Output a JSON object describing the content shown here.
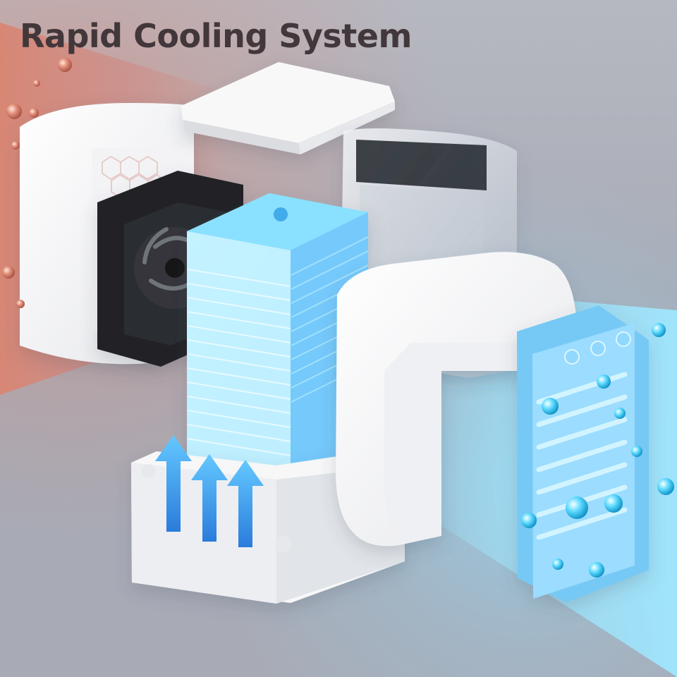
{
  "headline": {
    "title": "Rapid Cooling System"
  },
  "palette": {
    "background": "#a9acb7",
    "title_text": "#42373a",
    "warm_air": "#db8f7e",
    "cool_air": "#8edfff",
    "filter_blue": "#7ed1ff",
    "body_white": "#f7f7f7",
    "fan_black": "#222222"
  },
  "scene": {
    "parts": [
      "rear-housing",
      "top-cover",
      "fan",
      "cooling-filter",
      "water-tank",
      "front-shell",
      "front-grille",
      "base"
    ],
    "icons": [
      "warm-air-icon",
      "cool-air-icon",
      "water-droplet-icon",
      "arrow-up-icon",
      "control-button-icon"
    ]
  }
}
